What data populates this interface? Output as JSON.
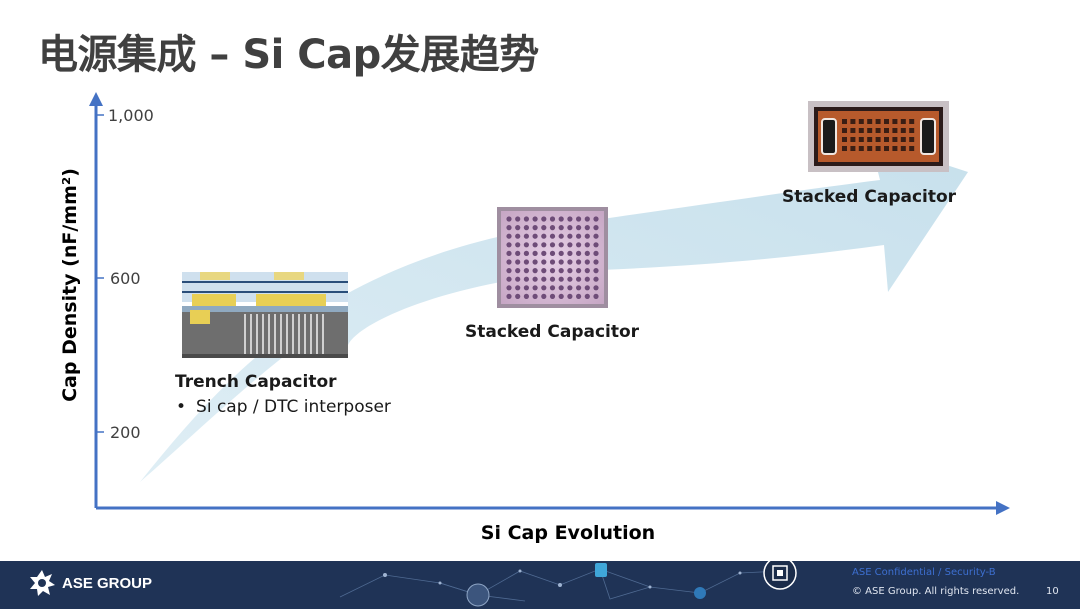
{
  "title": "电源集成 – Si Cap发展趋势",
  "y_axis": {
    "label": "Cap Density (nF/mm²)",
    "ticks": [
      "1,000",
      "600",
      "200"
    ]
  },
  "x_axis": {
    "label": "Si Cap Evolution"
  },
  "stages": [
    {
      "label": "Trench Capacitor",
      "bullet": "Si cap / DTC interposer"
    },
    {
      "label": "Stacked Capacitor"
    },
    {
      "label": "Stacked Capacitor"
    }
  ],
  "footer": {
    "brand": "ASE GROUP",
    "confidential": "ASE Confidential / Security-B",
    "copyright": "© ASE Group. All rights reserved.",
    "page_number": "10"
  },
  "colors": {
    "axis": "#4472c4",
    "arrow_fill": "#cfe3ee",
    "footer_bg": "#1f3356"
  }
}
